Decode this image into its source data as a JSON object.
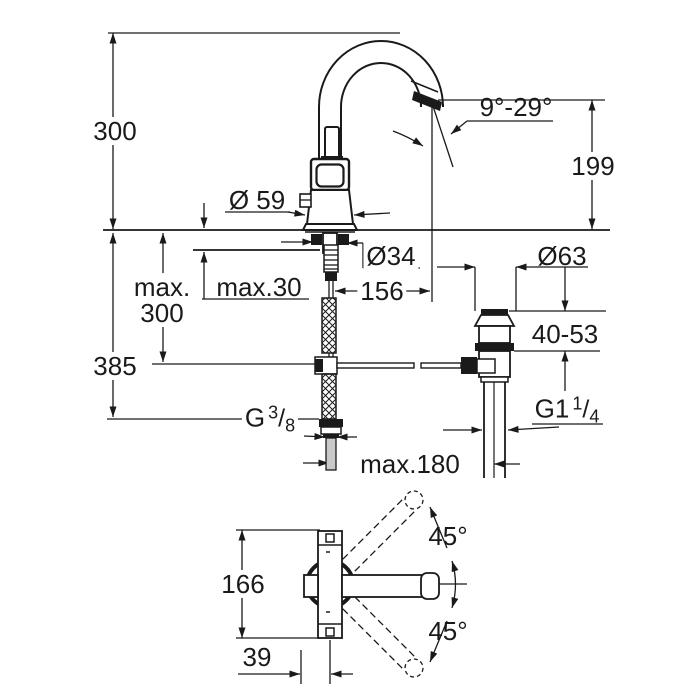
{
  "title": "faucet-technical-dimension-drawing",
  "colors": {
    "line_color": "#1a1a1a",
    "background": "#ffffff"
  },
  "dims": {
    "height": "300",
    "angle_range": "9°-29°",
    "spout_height": "199",
    "base_diameter": "Ø 59",
    "shank_diameter": "Ø34",
    "deck_thickness": "max.30",
    "spout_reach": "156",
    "hose_length_word": "max.",
    "hose_length_value": "300",
    "below_deck_total": "385",
    "waste_diameter": "Ø63",
    "basin_thickness": "40-53",
    "supply_thread": {
      "base": "G",
      "num": "3",
      "sep": "/",
      "den": "8"
    },
    "waste_thread": {
      "base": "G1",
      "num": "1",
      "sep": "/",
      "den": "4"
    },
    "waste_distance": "max.180",
    "plan_depth": "166",
    "plan_offset": "39",
    "swivel_upper": "45°",
    "swivel_lower": "45°"
  }
}
